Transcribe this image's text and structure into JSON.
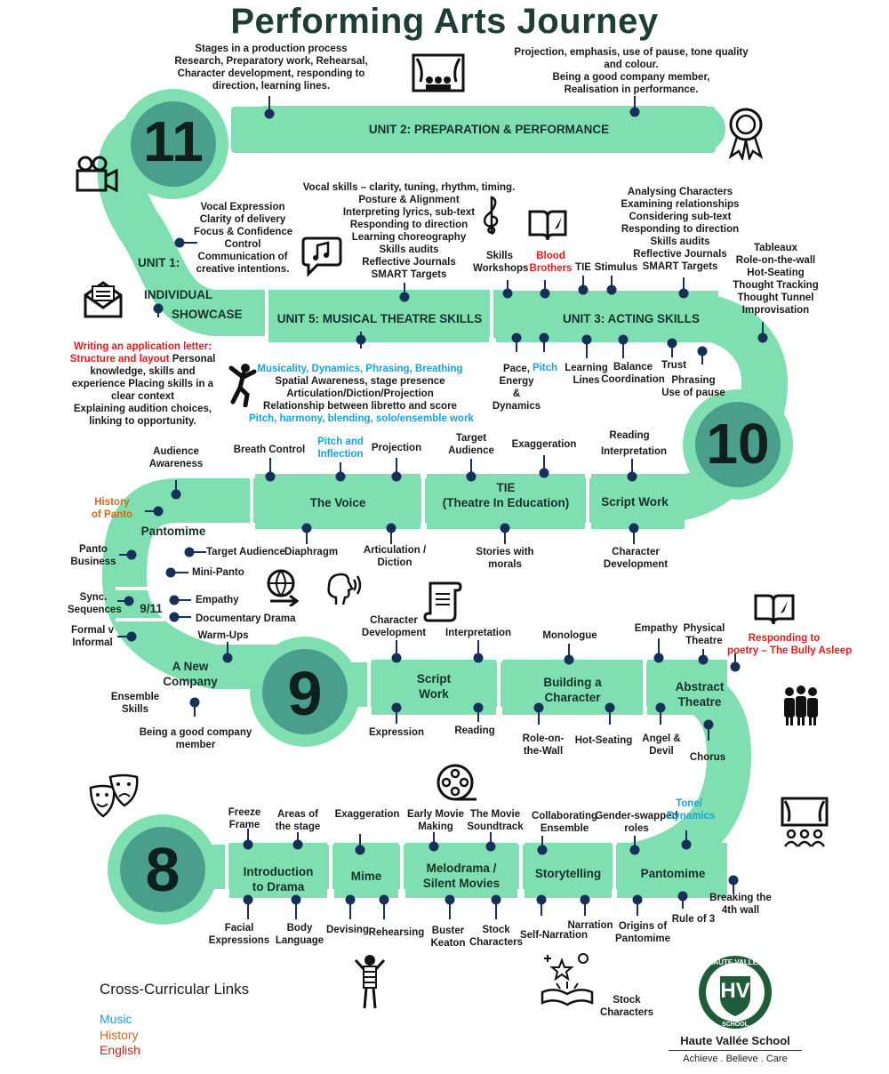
{
  "title": "Performing Arts Journey",
  "colors": {
    "road": "#7fdfb1",
    "circle": "#4a9e8c",
    "ring": "#7fdfb1",
    "pin": "#16305a",
    "music": "#19a3d6",
    "history": "#d2691e",
    "english": "#e31c1c"
  },
  "year11": {
    "number": "11",
    "unit2_label": "UNIT 2: PREPARATION & PERFORMANCE",
    "unit2_left_l1": "Stages in a production process",
    "unit2_left_l2": "Research, Preparatory work, Rehearsal,",
    "unit2_left_l3": "Character development, responding to",
    "unit2_left_l4": "direction, learning lines.",
    "unit2_right_l1": "Projection, emphasis, use of pause, tone quality",
    "unit2_right_l2": "and colour.",
    "unit2_right_l3": "Being a good company member,",
    "unit2_right_l4": "Realisation in performance.",
    "unit1_label_a": "UNIT 1:",
    "unit1_label_b": "INDIVIDUAL",
    "unit1_label_c": "SHOWCASE",
    "unit1_up_l1": "Vocal Expression",
    "unit1_up_l2": "Clarity of delivery",
    "unit1_up_l3": "Focus & Confidence",
    "unit1_up_l4": "Control",
    "unit1_up_l5": "Communication of",
    "unit1_up_l6": "creative intentions.",
    "unit1_letter_red1": "Writing an application letter:",
    "unit1_letter_red2": "Structure and layout",
    "unit1_letter_l1": " Personal",
    "unit1_letter_l2": "knowledge, skills and",
    "unit1_letter_l3": "experience Placing skills in a",
    "unit1_letter_l4": "clear context",
    "unit1_letter_l5": "Explaining audition choices,",
    "unit1_letter_l6": "linking to opportunity.",
    "unit5_label": "UNIT 5: MUSICAL THEATRE SKILLS",
    "unit5_up_l1": "Vocal skills – clarity, tuning, rhythm, timing.",
    "unit5_up_l2": "Posture & Alignment",
    "unit5_up_l3": "Interpreting lyrics, sub-text",
    "unit5_up_l4": "Responding to direction",
    "unit5_up_l5": "Learning choreography",
    "unit5_up_l6": "Skills audits",
    "unit5_up_l7": "Reflective Journals",
    "unit5_up_l8": "SMART Targets",
    "unit5_down_music1": "Musicality, Dynamics, Phrasing, Breathing",
    "unit5_down_l2": "Spatial Awareness, stage presence",
    "unit5_down_l3": "Articulation/Diction/Projection",
    "unit5_down_l4": "Relationship between libretto and score",
    "unit5_down_music5": "Pitch, harmony, blending, solo/ensemble work",
    "unit3_label": "UNIT 3: ACTING SKILLS",
    "unit3_skills_a": "Skills",
    "unit3_skills_b": "Workshops",
    "unit3_blood_a": "Blood",
    "unit3_blood_b": "Brothers",
    "unit3_tie": "TIE",
    "unit3_stimulus": "Stimulus",
    "unit3_right_l1": "Analysing Characters",
    "unit3_right_l2": "Examining relationships",
    "unit3_right_l3": "Considering sub-text",
    "unit3_right_l4": "Responding to direction",
    "unit3_right_l5": "Skills audits",
    "unit3_right_l6": "Reflective Journals",
    "unit3_right_l7": "SMART Targets",
    "unit3_far_l1": "Tableaux",
    "unit3_far_l2": "Role-on-the-wall",
    "unit3_far_l3": "Hot-Seating",
    "unit3_far_l4": "Thought Tracking",
    "unit3_far_l5": "Thought Tunnel",
    "unit3_far_l6": "Improvisation",
    "unit3_pace_a": "Pace,",
    "unit3_pitch": "Pitch",
    "unit3_pace_b": "Energy",
    "unit3_pace_c": "&",
    "unit3_pace_d": "Dynamics",
    "unit3_learning_a": "Learning",
    "unit3_learning_b": "Lines",
    "unit3_balance_a": "Balance",
    "unit3_balance_b": "Coordination",
    "unit3_trust": "Trust",
    "unit3_phrasing_a": "Phrasing",
    "unit3_phrasing_b": "Use of pause"
  },
  "year10": {
    "number": "10",
    "voice": "The Voice",
    "tie_a": "TIE",
    "tie_b": "(Theatre In Education)",
    "script": "Script Work",
    "panto": "Pantomime",
    "breath": "Breath Control",
    "pitch_a": "Pitch and",
    "pitch_b": "Inflection",
    "projection": "Projection",
    "target_a": "Target",
    "target_b": "Audience",
    "exaggeration": "Exaggeration",
    "reading": "Reading",
    "interpretation": "Interpretation",
    "diaphragm": "Diaphragm",
    "articulation_a": "Articulation /",
    "articulation_b": "Diction",
    "stories_a": "Stories with",
    "stories_b": "morals",
    "character_a": "Character",
    "character_b": "Development",
    "audience_a": "Audience",
    "audience_b": "Awareness",
    "history_a": "History",
    "history_b": "of Panto",
    "panto_business_a": "Panto",
    "panto_business_b": "Business",
    "target_audience": "Target Audience",
    "mini_panto": "Mini-Panto"
  },
  "year9": {
    "number": "9",
    "nine_eleven": "9/11",
    "sync_a": "Sync.",
    "sync_b": "Sequences",
    "empathy": "Empathy",
    "documentary": "Documentary Drama",
    "formal_a": "Formal v",
    "formal_b": "Informal",
    "warmups": "Warm-Ups",
    "company_a": "A New",
    "company_b": "Company",
    "ensemble_a": "Ensemble",
    "ensemble_b": "Skills",
    "member_a": "Being a good company",
    "member_b": "member",
    "script_a": "Script",
    "script_b": "Work",
    "chardev_a": "Character",
    "chardev_b": "Development",
    "interpretation": "Interpretation",
    "expression": "Expression",
    "reading": "Reading",
    "building_a": "Building a",
    "building_b": "Character",
    "monologue": "Monologue",
    "rolewall_a": "Role-on-",
    "rolewall_b": "the-Wall",
    "hotseat": "Hot-Seating",
    "abstract_a": "Abstract",
    "abstract_b": "Theatre",
    "empathy2": "Empathy",
    "physical_a": "Physical",
    "physical_b": "Theatre",
    "poetry_a": "Responding to",
    "poetry_b": "poetry – The Bully Asleep",
    "angel_a": "Angel &",
    "angel_b": "Devil",
    "chorus": "Chorus"
  },
  "year8": {
    "number": "8",
    "intro_a": "Introduction",
    "intro_b": "to Drama",
    "mime": "Mime",
    "melo_a": "Melodrama /",
    "melo_b": "Silent Movies",
    "story": "Storytelling",
    "panto": "Pantomime",
    "freeze_a": "Freeze",
    "freeze_b": "Frame",
    "areas_a": "Areas of",
    "areas_b": "the stage",
    "exaggeration": "Exaggeration",
    "early_a": "Early Movie",
    "early_b": "Making",
    "sound_a": "The Movie",
    "sound_b": "Soundtrack",
    "collab_a": "Collaborating",
    "collab_b": "Ensemble",
    "gender_a": "Gender-swapped",
    "gender_b": "roles",
    "tone_a": "Tone/",
    "tone_b": "Dynamics",
    "facial_a": "Facial",
    "facial_b": "Expressions",
    "body_a": "Body",
    "body_b": "Language",
    "devising": "Devising",
    "rehearsing": "Rehearsing",
    "buster_a": "Buster",
    "buster_b": "Keaton",
    "stock_a": "Stock",
    "stock_b": "Characters",
    "self_narr": "Self-Narration",
    "narration": "Narration",
    "origins_a": "Origins of",
    "origins_b": "Pantomime",
    "rule3": "Rule of 3",
    "fourth_a": "Breaking the",
    "fourth_b": "4th wall",
    "stock2_a": "Stock",
    "stock2_b": "Characters"
  },
  "legend": {
    "title": "Cross-Curricular Links",
    "music": "Music",
    "history": "History",
    "english": "English"
  },
  "school": {
    "name": "Haute Vallée School",
    "motto": "Achieve . Believe . Care",
    "badge_top": "HAUTE VALLÉE",
    "badge_letters": "HV",
    "badge_bottom": "SCHOOL"
  },
  "icons": [
    "theatre-audience-icon",
    "rosette-award-icon",
    "video-camera-icon",
    "speech-music-icon",
    "treble-clef-icon",
    "book-quill-icon",
    "letter-envelope-icon",
    "dancer-icon",
    "globe-icon",
    "speaking-head-icon",
    "scroll-icon",
    "group-people-icon",
    "theatre-masks-icon",
    "film-reel-icon",
    "mime-figure-icon",
    "storybook-icon"
  ]
}
